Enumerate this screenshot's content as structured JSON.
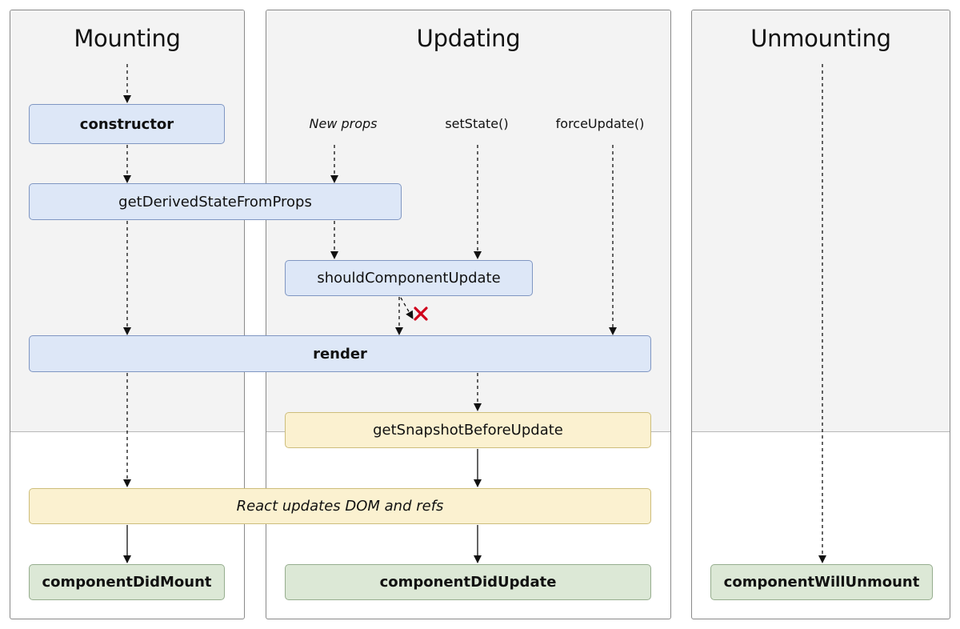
{
  "phases": {
    "mounting": "Mounting",
    "updating": "Updating",
    "unmounting": "Unmounting"
  },
  "triggers": {
    "new_props": "New props",
    "set_state": "setState()",
    "force_update": "forceUpdate()"
  },
  "nodes": {
    "constructor": "constructor",
    "get_derived_state": "getDerivedStateFromProps",
    "should_component_update": "shouldComponentUpdate",
    "render": "render",
    "get_snapshot": "getSnapshotBeforeUpdate",
    "react_updates_dom": "React updates DOM and refs",
    "component_did_mount": "componentDidMount",
    "component_did_update": "componentDidUpdate",
    "component_will_unmount": "componentWillUnmount"
  },
  "colors": {
    "render_phase_box": "#dde7f7",
    "pre_commit_box": "#fbf1d0",
    "commit_box": "#dce8d6",
    "cancel_mark": "#d0021b"
  }
}
